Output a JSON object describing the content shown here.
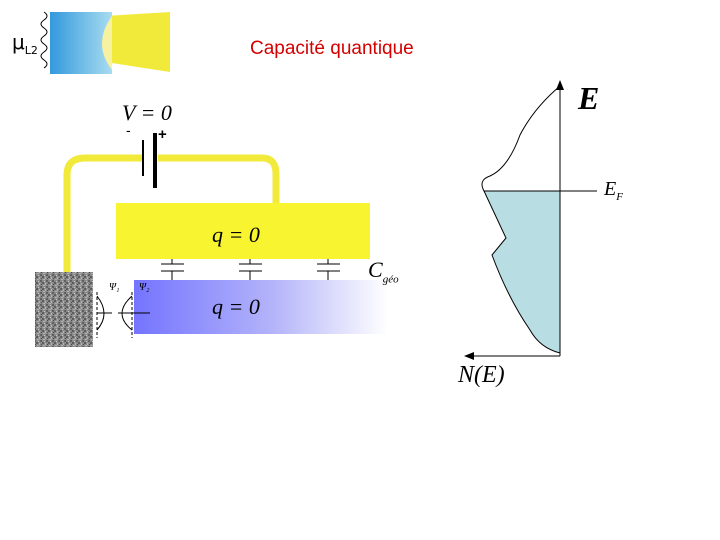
{
  "title": "Capacité quantique",
  "logo": {
    "symbol": "μ",
    "subscript": "L2"
  },
  "circuit": {
    "voltage_label": "V = 0",
    "battery_minus": "-",
    "battery_plus": "+",
    "top_plate_charge": "q = 0",
    "bottom_plate_charge": "q = 0",
    "capacitance_symbol": "C",
    "capacitance_subscript": "géo",
    "psi1_label": "Ψ₁",
    "psi2_label": "Ψ₂"
  },
  "dos_plot": {
    "y_axis_label": "E",
    "fermi_symbol": "E",
    "fermi_subscript": "F",
    "x_axis_label": "N(E)"
  },
  "colors": {
    "title": "#d40000",
    "wire": "#f2ea3a",
    "top_plate": "#f8f430",
    "bottom_plate": "#8888ff",
    "dos_fill": "#b8dde3",
    "electrode": "#8a8a8a"
  }
}
